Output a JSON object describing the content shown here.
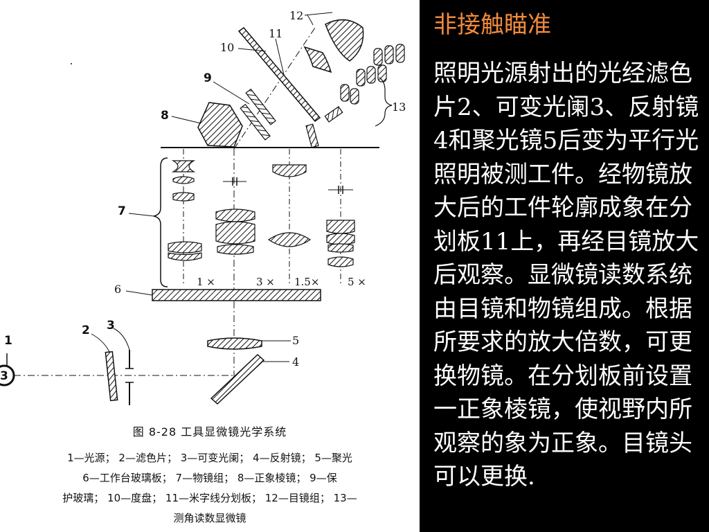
{
  "figure": {
    "part_numbers": [
      "1",
      "2",
      "3",
      "4",
      "5",
      "6",
      "7",
      "8",
      "9",
      "10",
      "11",
      "12",
      "13"
    ],
    "magnifications": [
      "1 ×",
      "3 ×",
      "1.5×",
      "5 ×"
    ],
    "caption_title": "图 8-28   工具显微镜光学系统",
    "legend_lines": [
      "1—光源；  2—滤色片；  3—可变光阑；  4—反射镜；  5—聚光",
      "6—工作台玻璃板；  7—物镜组；  8—正象棱镜；  9—保",
      "护玻璃；  10—度盘；  11—米字线分划板；  12—目镜组；  13—",
      "测角读数显微镜"
    ]
  },
  "slide": {
    "heading": "非接触瞄准",
    "body": "照明光源射出的光经滤色片2、可变光阑3、反射镜4和聚光镜5后变为平行光照明被测工件。经物镜放大后的工件轮廓成象在分划板11上，再经目镜放大后观察。显微镜读数系统由目镜和物镜组成。根据所要求的放大倍数，可更换物镜。在分划板前设置一正象棱镜，使视野内所观察的象为正象。目镜头可以更换."
  },
  "colors": {
    "heading": "#f08a3c",
    "body_text": "#ffffff",
    "background": "#000000",
    "figure_background": "#ffffff"
  }
}
